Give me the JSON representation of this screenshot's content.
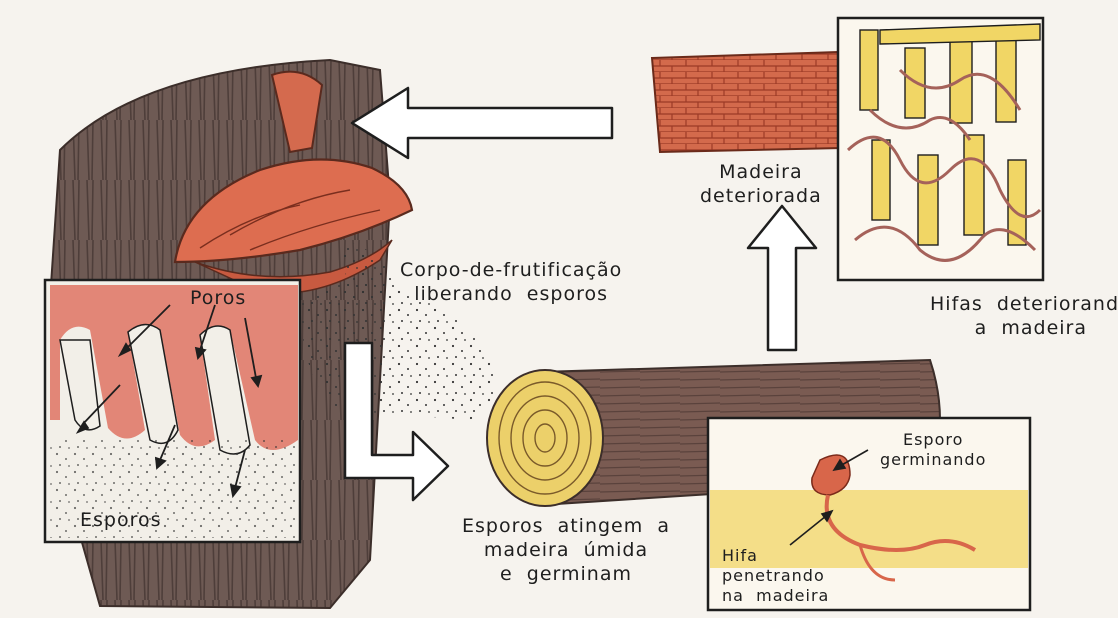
{
  "labels": {
    "madeira_deteriorada": "Madeira\ndeteriorada",
    "hifas_deteriorando": "Hifas  deteriorando\na  madeira",
    "corpo_frutificacao": "Corpo-de-frutificação\nliberando  esporos",
    "poros": "Poros",
    "esporos": "Esporos",
    "esporos_atingem": "Esporos  atingem  a\nmadeira  úmida\ne  germinam",
    "esporo_germinando": "Esporo\ngerminando",
    "hifa_penetrando": "Hifa\npenetrando\nna  madeira"
  },
  "colors": {
    "background": "#f6f3ee",
    "wood_dark": "#6b5650",
    "fungus": "#d8664a",
    "decayed_wood": "#cf5a3c",
    "hyphae": "#a8655c",
    "yellow": "#f0d860",
    "log_end": "#e8c85c"
  }
}
